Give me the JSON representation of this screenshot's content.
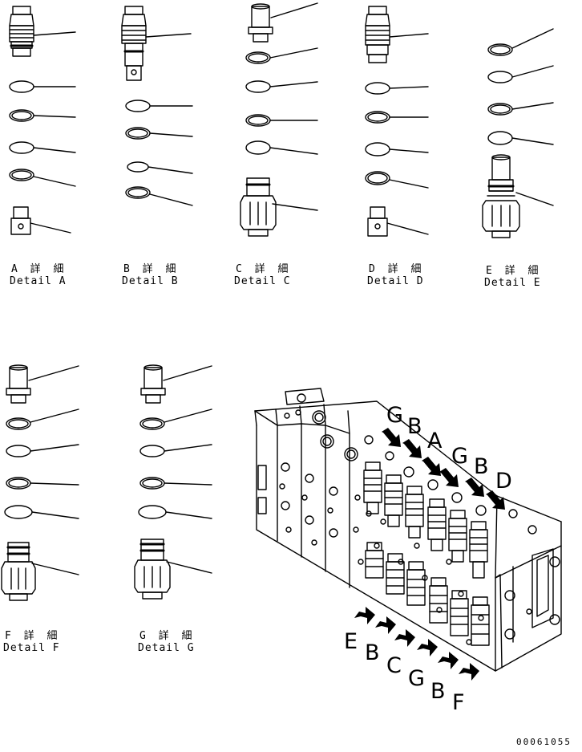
{
  "details": [
    {
      "id": "A",
      "jp": "A 詳 細",
      "en": "Detail A"
    },
    {
      "id": "B",
      "jp": "B 詳 細",
      "en": "Detail B"
    },
    {
      "id": "C",
      "jp": "C 詳 細",
      "en": "Detail C"
    },
    {
      "id": "D",
      "jp": "D 詳 細",
      "en": "Detail D"
    },
    {
      "id": "E",
      "jp": "E 詳 細",
      "en": "Detail E"
    },
    {
      "id": "F",
      "jp": "F 詳 細",
      "en": "Detail F"
    },
    {
      "id": "G",
      "jp": "G 詳 細",
      "en": "Detail G"
    }
  ],
  "callouts_top": [
    "G",
    "B",
    "A",
    "G",
    "B",
    "D"
  ],
  "callouts_bottom": [
    "E",
    "B",
    "C",
    "G",
    "B",
    "F"
  ],
  "drawing_number": "00061055"
}
